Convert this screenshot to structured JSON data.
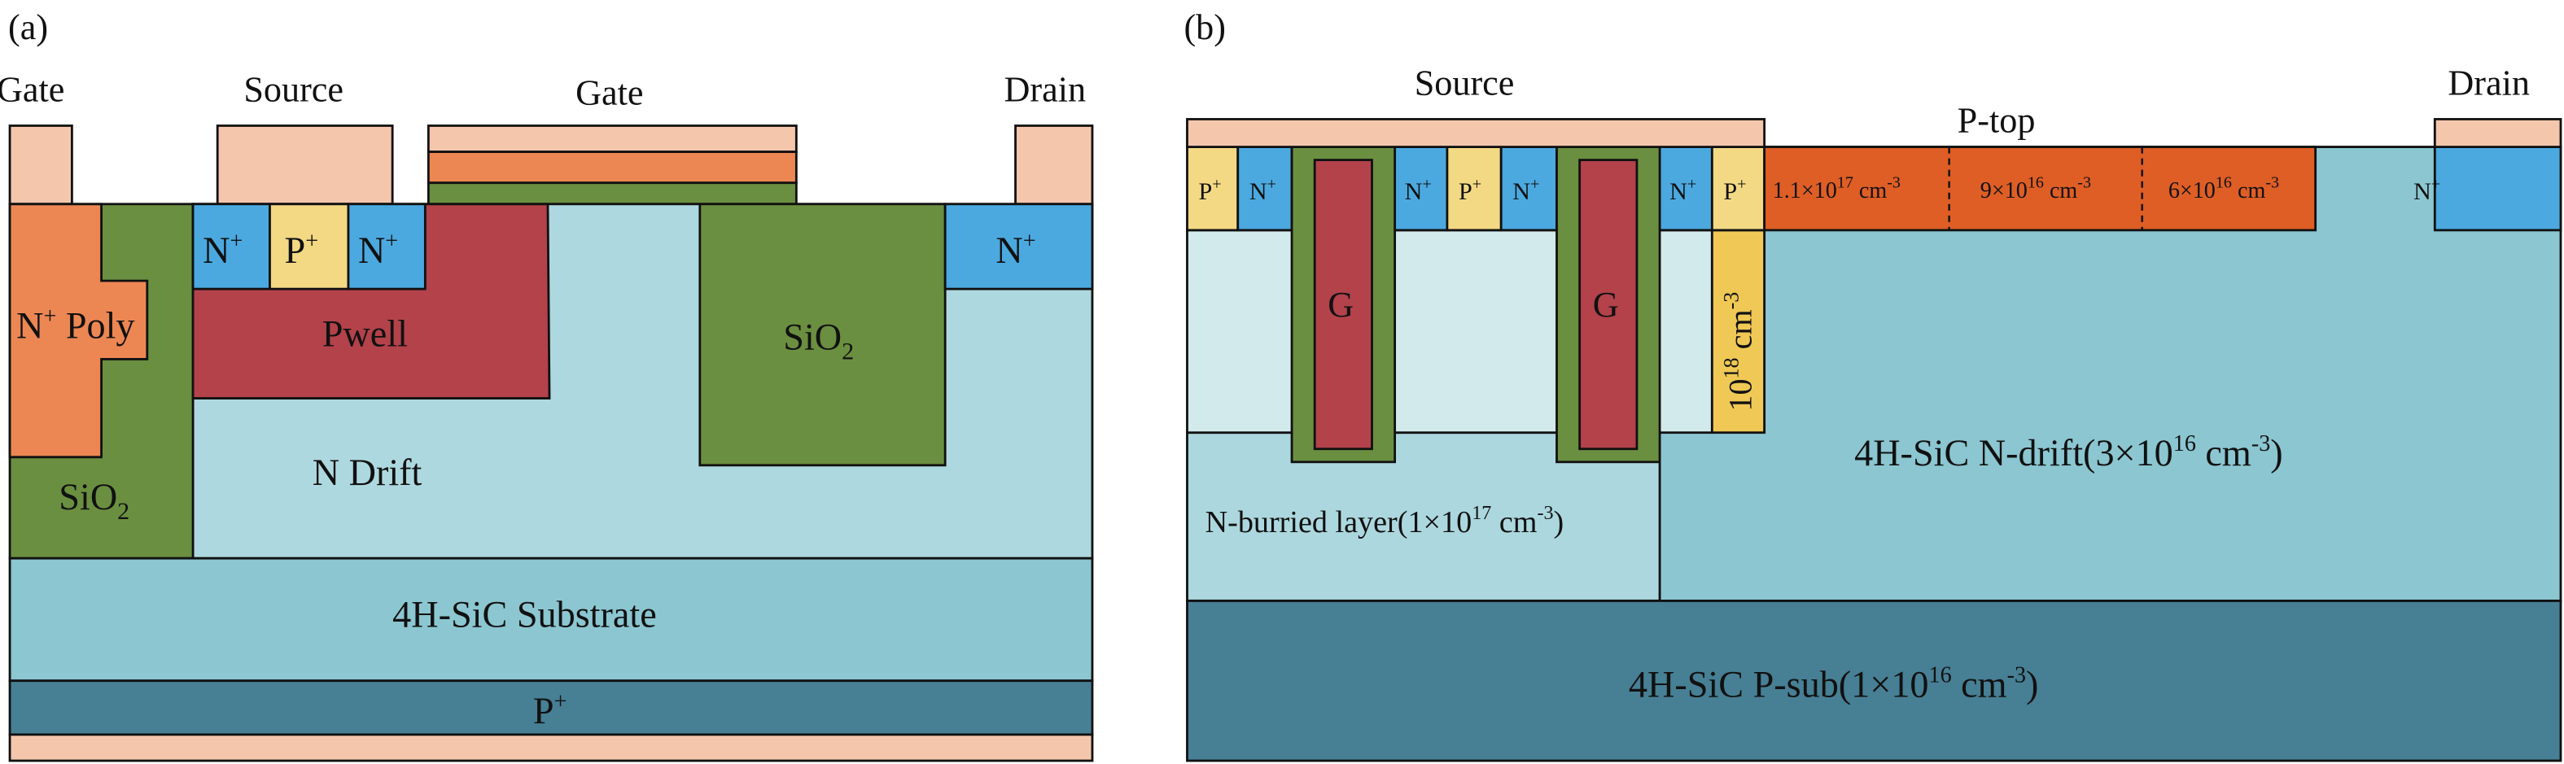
{
  "colors": {
    "metal": "#f4c7ad",
    "poly": "#ec8753",
    "oxide": "#6b8f40",
    "nplus": "#4ba9e0",
    "pplus": "#f3d984",
    "pwell": "#b3424b",
    "ndrift_a": "#aed8df",
    "substrate": "#8bc6d1",
    "psub": "#477f94",
    "ptop": "#de5e25",
    "light_region": "#d2eaec",
    "nburied": "#acd7de",
    "ndrift_b": "#8bc6d1",
    "pillar": "#f0c855"
  },
  "panel_a": {
    "tag": "(a)",
    "terminals": {
      "gate_left": "Gate",
      "source": "Source",
      "gate_top": "Gate",
      "drain": "Drain"
    },
    "regions": {
      "poly_main": "N",
      "poly_sup": "+",
      "poly_rest": " Poly",
      "nplus_1": "N",
      "nplus_1_sup": "+",
      "pplus": "P",
      "pplus_sup": "+",
      "nplus_2": "N",
      "nplus_2_sup": "+",
      "pwell": "Pwell",
      "sio2_right": "SiO",
      "sio2_right_sub": "2",
      "sio2_left": "SiO",
      "sio2_left_sub": "2",
      "ndrift": "N Drift",
      "nplus_drain": "N",
      "nplus_drain_sup": "+",
      "substrate": "4H-SiC Substrate",
      "pplus_bottom": "P",
      "pplus_bottom_sup": "+"
    }
  },
  "panel_b": {
    "tag": "(b)",
    "terminals": {
      "source": "Source",
      "ptop": "P-top",
      "drain": "Drain"
    },
    "top_cells": [
      {
        "main": "P",
        "sup": "+"
      },
      {
        "main": "N",
        "sup": "+"
      },
      {
        "main": "N",
        "sup": "+"
      },
      {
        "main": "P",
        "sup": "+"
      },
      {
        "main": "N",
        "sup": "+"
      },
      {
        "main": "N",
        "sup": "+"
      },
      {
        "main": "P",
        "sup": "+"
      }
    ],
    "gates": [
      "G",
      "G"
    ],
    "ptop_zones": [
      {
        "coef": "1.1×10",
        "exp": "17",
        "unit": " cm",
        "unit_exp": "-3"
      },
      {
        "coef": "9×10",
        "exp": "16",
        "unit": " cm",
        "unit_exp": "-3"
      },
      {
        "coef": "6×10",
        "exp": "16",
        "unit": " cm",
        "unit_exp": "-3"
      }
    ],
    "pillar": {
      "base": "10",
      "exp": "18",
      "unit": " cm",
      "unit_exp": "-3"
    },
    "drain_nplus": {
      "main": "N",
      "sup": "+"
    },
    "nburied": {
      "pre": "N-burried layer(1×10",
      "exp": "17",
      "unit": " cm",
      "unit_exp": "-3",
      "post": ")"
    },
    "ndrift": {
      "pre": "4H-SiC N-drift(3×10",
      "exp": "16",
      "unit": " cm",
      "unit_exp": "-3",
      "post": ")"
    },
    "psub": {
      "pre": "4H-SiC P-sub(1×10",
      "exp": "16",
      "unit": " cm",
      "unit_exp": "-3",
      "post": ")"
    }
  }
}
